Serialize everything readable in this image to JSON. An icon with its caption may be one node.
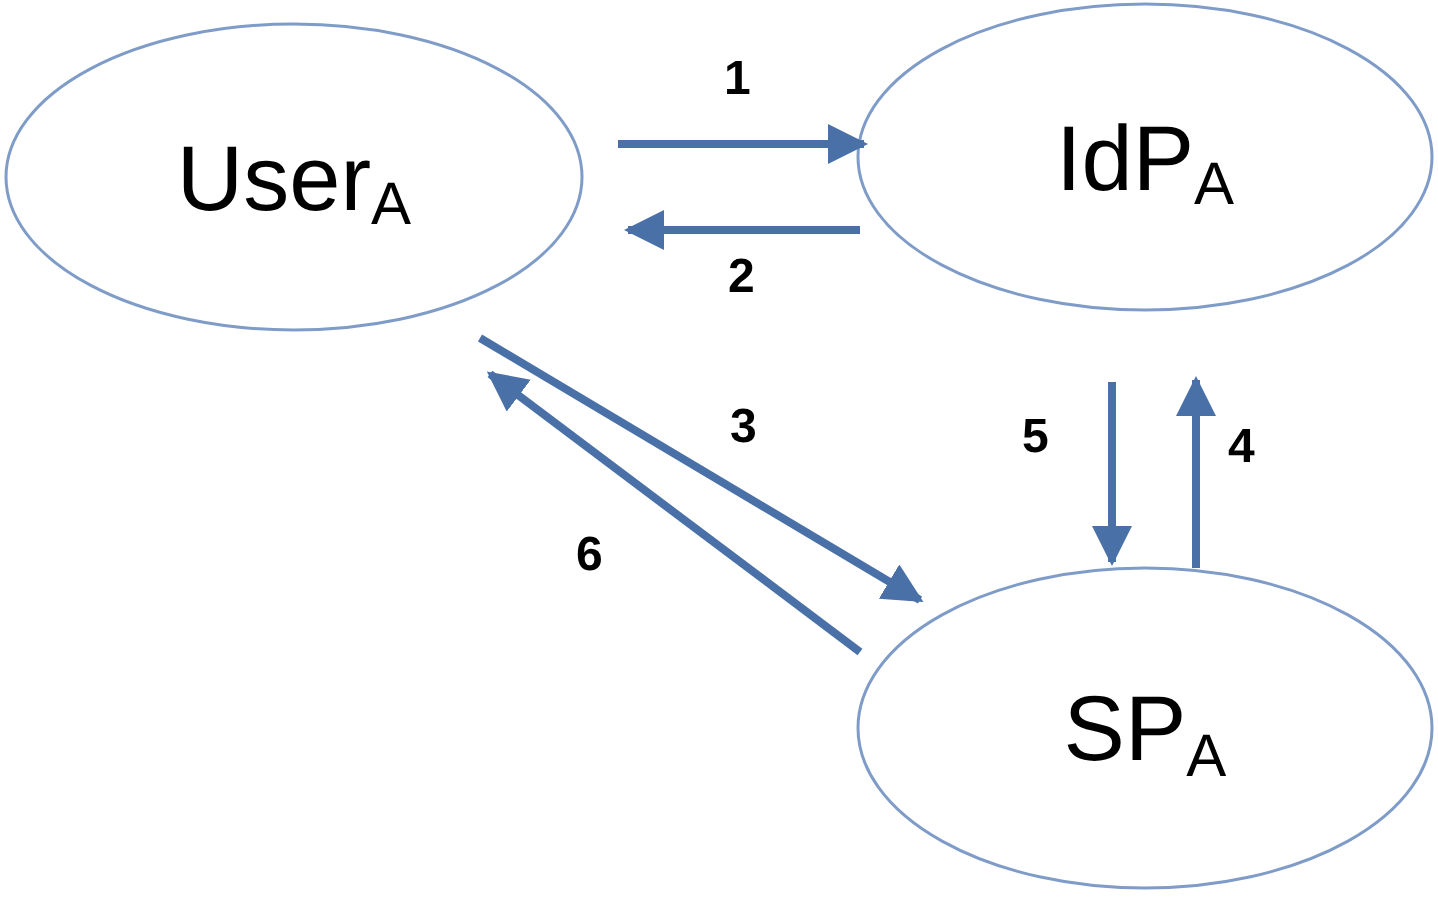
{
  "diagram": {
    "nodes": [
      {
        "text": [
          "User$_{A}$"
        ]
      },
      {
        "text": [
          "IdP$_{A}$"
        ]
      },
      {
        "text": [
          "SP$_{A}$"
        ]
      }
    ],
    "edges": [
      {
        "from": 0,
        "to": 1,
        "arrow": "to",
        "label": "1"
      },
      {
        "from": 1,
        "to": 0,
        "arrow": "to",
        "label": "2"
      },
      {
        "from": 0,
        "to": 2,
        "arrow": "to",
        "label": "3"
      },
      {
        "from": 2,
        "to": 1,
        "arrow": "to",
        "label": "4"
      },
      {
        "from": 1,
        "to": 2,
        "arrow": "to",
        "label": "5"
      },
      {
        "from": 2,
        "to": 0,
        "arrow": "to",
        "label": "6"
      }
    ]
  }
}
